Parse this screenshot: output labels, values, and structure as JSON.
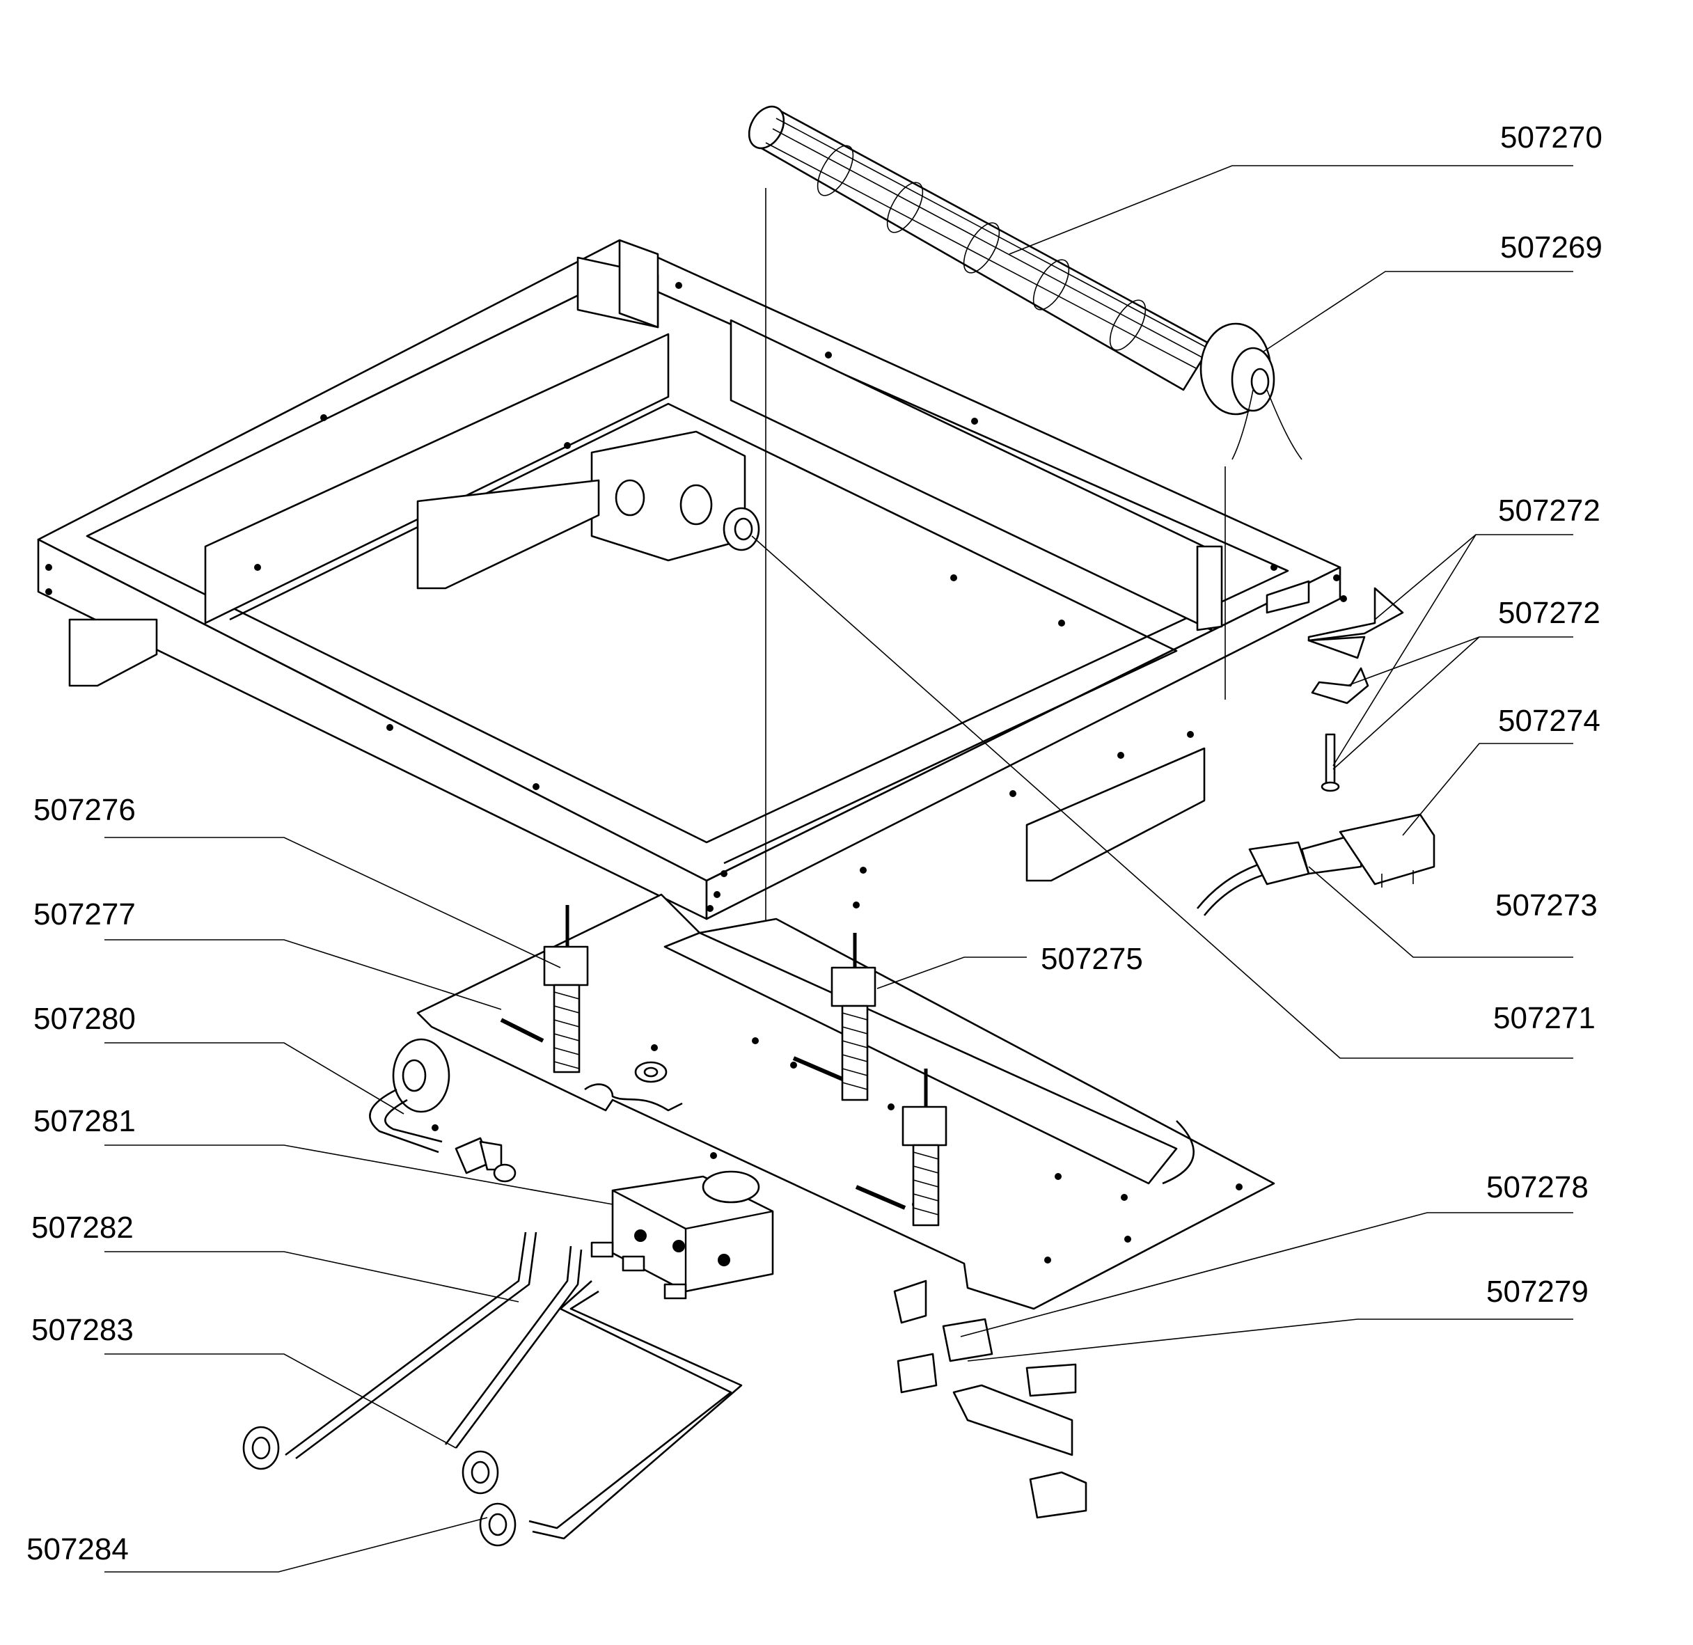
{
  "callouts": {
    "p507270": "507270",
    "p507269": "507269",
    "p507272a": "507272",
    "p507272b": "507272",
    "p507274": "507274",
    "p507273": "507273",
    "p507271": "507271",
    "p507275": "507275",
    "p507276": "507276",
    "p507277": "507277",
    "p507280": "507280",
    "p507281": "507281",
    "p507282": "507282",
    "p507283": "507283",
    "p507284": "507284",
    "p507278": "507278",
    "p507279": "507279"
  }
}
